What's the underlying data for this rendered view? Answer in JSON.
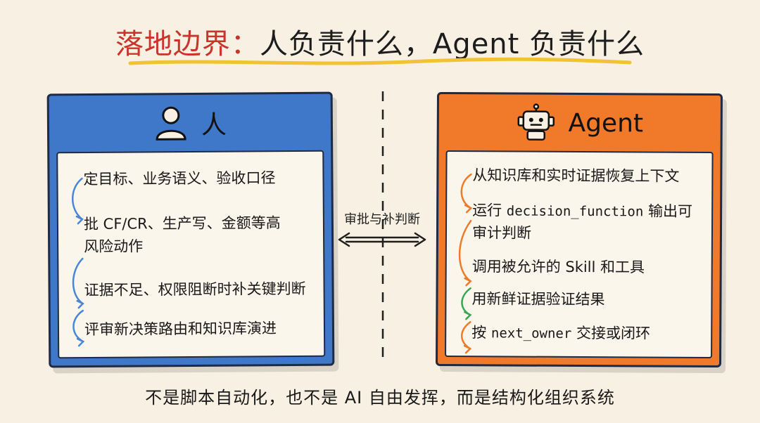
{
  "title": {
    "accent": "落地边界：",
    "rest": "人负责什么，Agent 负责什么"
  },
  "colors": {
    "title_accent": "#c9352a",
    "underline": "#f1c232",
    "human_panel": "#3f78c8",
    "agent_panel": "#f07a2a",
    "panel_body": "#fbf6ec",
    "arrow_blue": "#4a86d4",
    "arrow_orange": "#ee7b2a",
    "arrow_green": "#3aa655"
  },
  "human": {
    "icon": "person-icon",
    "title": "人",
    "items": [
      "定目标、业务语义、验收口径",
      "批 CF/CR、生产写、金额等高",
      "风险动作",
      "证据不足、权限阻断时补关键判断",
      "评审新决策路由和知识库演进"
    ]
  },
  "agent": {
    "icon": "robot-icon",
    "title": "Agent",
    "items": [
      "从知识库和实时证据恢复上下文",
      "运行",
      "decision_function",
      "输出可",
      "审计判断",
      "调用被允许的 Skill 和工具",
      "用新鲜证据验证结果",
      "按",
      "next_owner",
      "交接或闭环"
    ]
  },
  "middle": {
    "label": "审批与补判断"
  },
  "footer": "不是脚本自动化，也不是 AI 自由发挥，而是结构化组织系统"
}
